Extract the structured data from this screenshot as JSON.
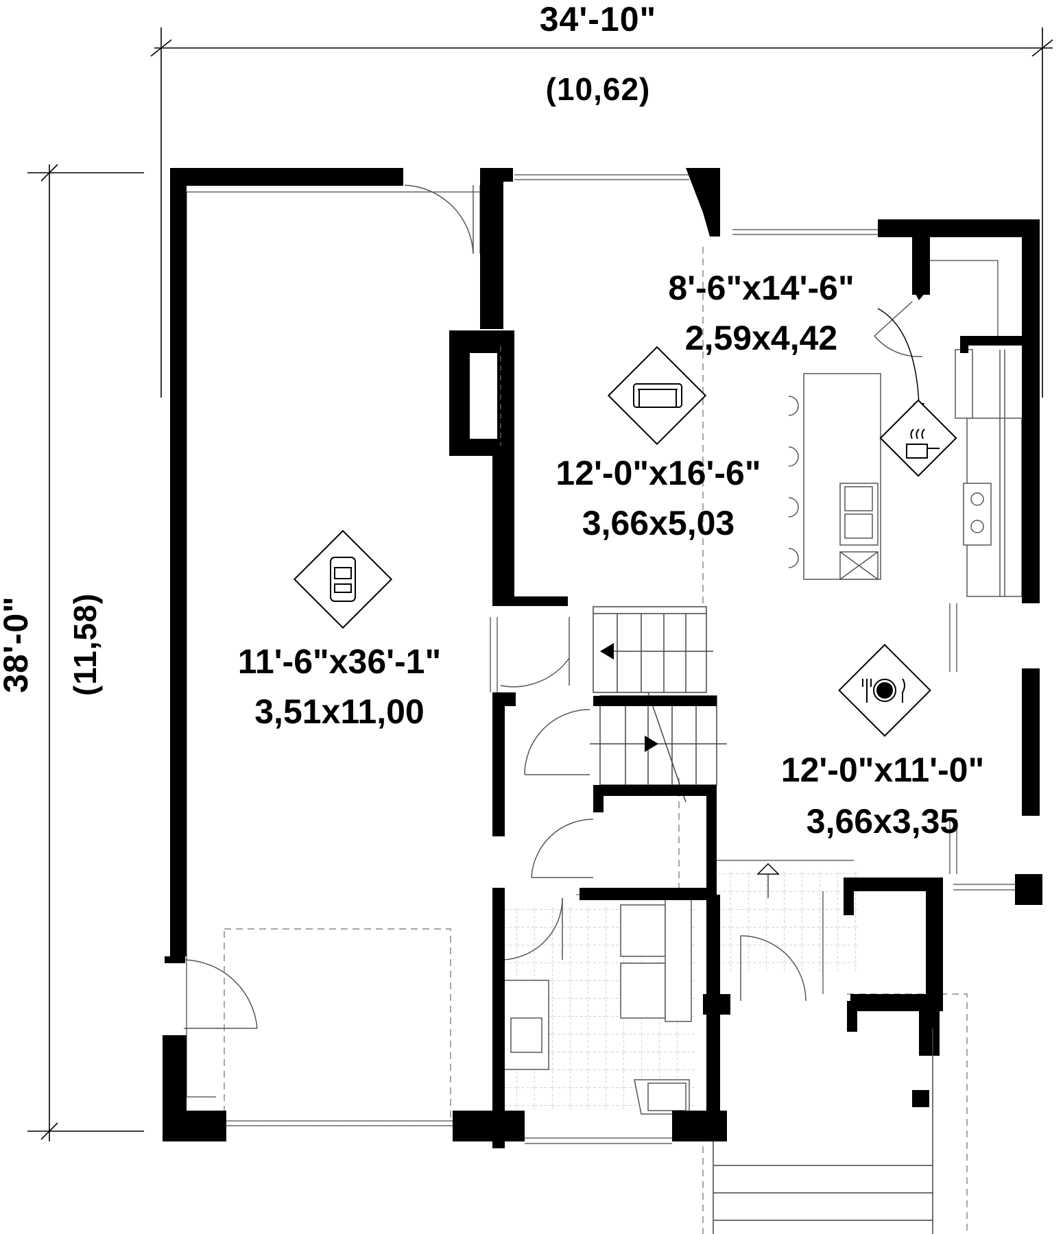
{
  "dimensions": {
    "overall_width_imperial": "34'-10\"",
    "overall_width_metric": "(10,62)",
    "overall_depth_imperial": "38'-0\"",
    "overall_depth_metric": "(11,58)"
  },
  "rooms": [
    {
      "icon": "car-icon",
      "size_imperial": "11'-6\"x36'-1\"",
      "size_metric": "3,51x11,00"
    },
    {
      "icon": "sofa-icon",
      "size_imperial": "12'-0\"x16'-6\"",
      "size_metric": "3,66x5,03"
    },
    {
      "icon": "cooking-pot-icon",
      "size_imperial": "8'-6\"x14'-6\"",
      "size_metric": "2,59x4,42"
    },
    {
      "icon": "plate-cutlery-icon",
      "size_imperial": "12'-0\"x11'-0\"",
      "size_metric": "3,66x3,35"
    }
  ],
  "colors": {
    "wall": "#000000",
    "fixture": "#888888",
    "background": "#ffffff"
  }
}
